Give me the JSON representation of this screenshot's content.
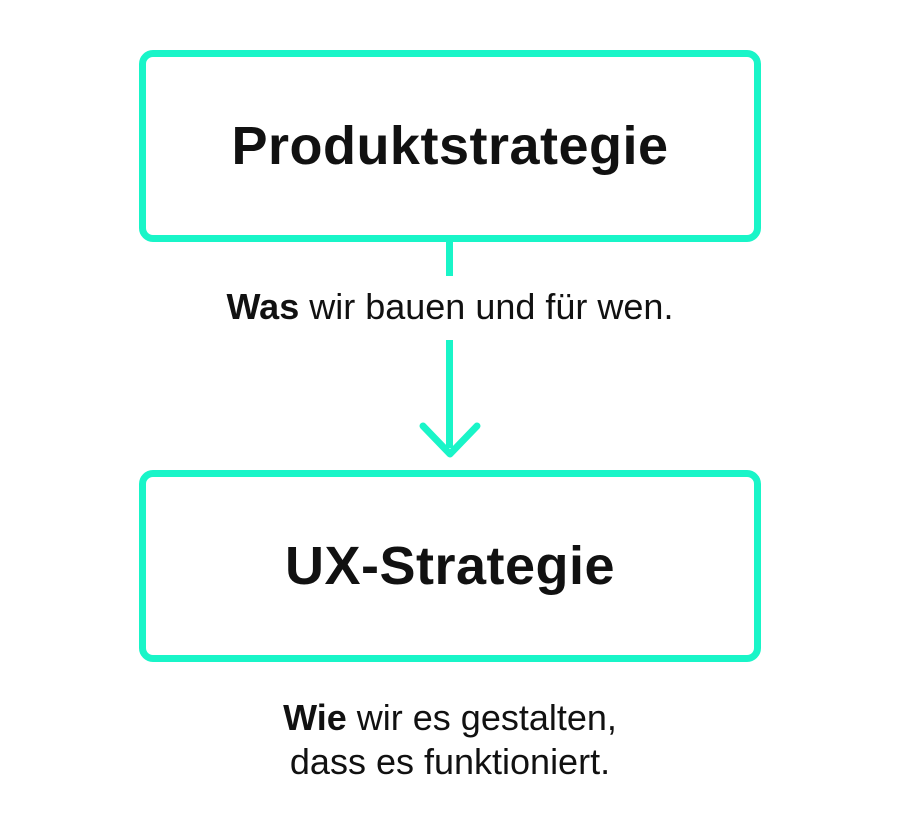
{
  "diagram": {
    "accent_color": "#19f5c8",
    "top_box": {
      "title": "Produktstrategie"
    },
    "top_caption": {
      "bold": "Was",
      "rest": " wir bauen und für wen."
    },
    "arrow": {
      "icon": "arrow-down-icon"
    },
    "bottom_box": {
      "title": "UX-Strategie"
    },
    "bottom_caption": {
      "bold": "Wie",
      "rest_line1": " wir es gestalten,",
      "line2": "dass es funktioniert."
    }
  }
}
